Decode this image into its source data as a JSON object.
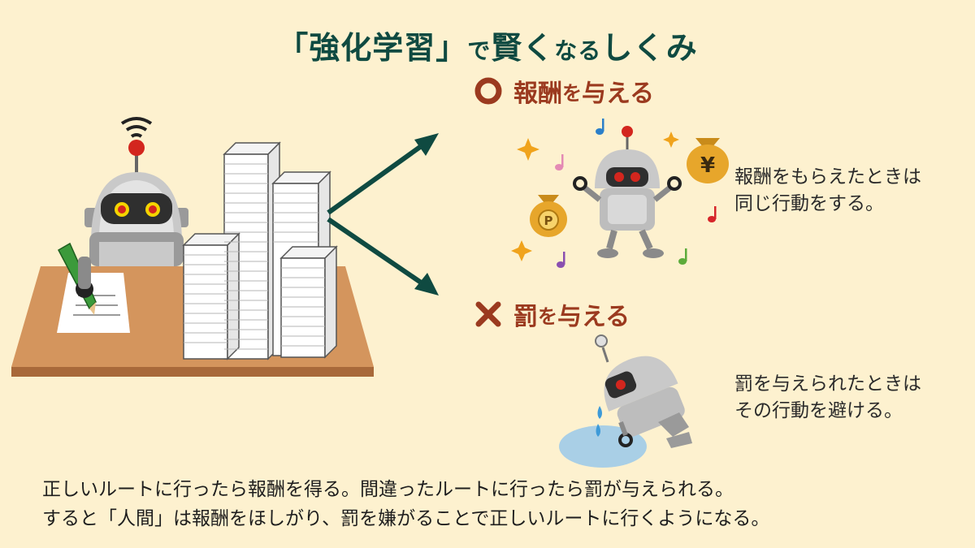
{
  "title": {
    "part1": "「強化学習」",
    "part2": "で",
    "part3": "賢く",
    "part4": "なる",
    "part5": "しくみ"
  },
  "reward": {
    "heading_main": "報酬",
    "heading_particle": "を",
    "heading_rest": "与える",
    "description_line1": "報酬をもらえたときは",
    "description_line2": "同じ行動をする。",
    "bag_yen_symbol": "¥",
    "bag_coin_symbol": "P",
    "mark_color": "#9b3a1f"
  },
  "punishment": {
    "heading_main": "罰",
    "heading_particle": "を",
    "heading_rest": "与える",
    "description_line1": "罰を与えられたときは",
    "description_line2": "その行動を避ける。",
    "mark_color": "#9b3a1f"
  },
  "bottom_text": {
    "line1": "正しいルートに行ったら報酬を得る。間違ったルートに行ったら罰が与えられる。",
    "line2": "すると「人間」は報酬をほしがり、罰を嫌がることで正しいルートに行くようになる。"
  },
  "colors": {
    "background": "#fdf1cf",
    "title": "#0f4a41",
    "arrow": "#0f4a41",
    "accent": "#9b3a1f",
    "desk": "#d4955d"
  }
}
